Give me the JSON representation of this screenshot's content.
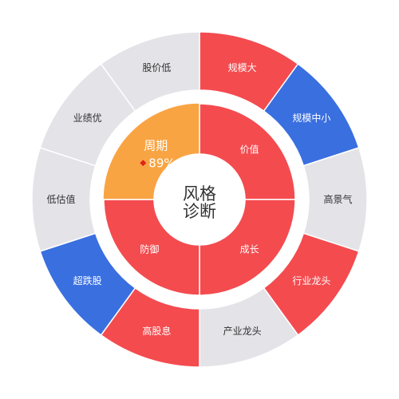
{
  "chart_data": {
    "type": "sunburst",
    "center_title": [
      "风格",
      "诊断"
    ],
    "colors": {
      "inactive": "#e3e3e8",
      "red": "#f44b4f",
      "blue": "#3a6fe0",
      "orange": "#f9a443"
    },
    "inner_ring": [
      {
        "name": "价值",
        "color": "red"
      },
      {
        "name": "成长",
        "color": "red"
      },
      {
        "name": "防御",
        "color": "red"
      },
      {
        "name": "周期",
        "color": "orange",
        "value": "89%",
        "highlight": true
      }
    ],
    "outer_ring": [
      {
        "name": "规模大",
        "color": "red"
      },
      {
        "name": "规模中小",
        "color": "blue"
      },
      {
        "name": "高景气",
        "color": "inactive"
      },
      {
        "name": "行业龙头",
        "color": "red"
      },
      {
        "name": "产业龙头",
        "color": "inactive"
      },
      {
        "name": "高股息",
        "color": "red"
      },
      {
        "name": "超跌股",
        "color": "blue"
      },
      {
        "name": "低估值",
        "color": "inactive"
      },
      {
        "name": "业绩优",
        "color": "inactive"
      },
      {
        "name": "股价低",
        "color": "inactive"
      }
    ]
  }
}
